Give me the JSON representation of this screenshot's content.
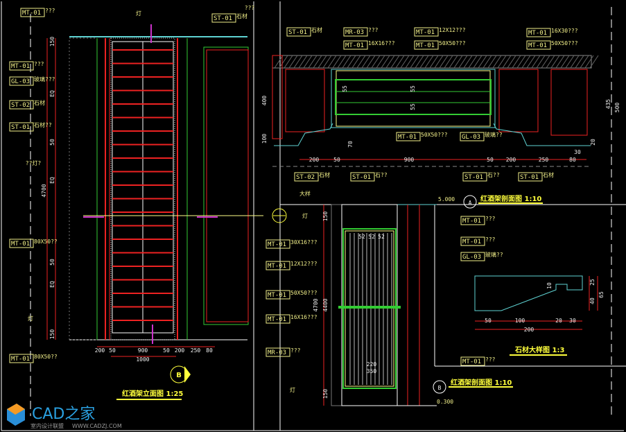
{
  "elevation": {
    "title": "红酒架立面图 1:25",
    "section_marker": "B",
    "tags": [
      {
        "code": "MT-01",
        "note": "???"
      },
      {
        "code": "GL-03",
        "note": "玻璃???"
      },
      {
        "code": "ST-02",
        "note": "石材"
      },
      {
        "code": "ST-01",
        "note": "石材??"
      },
      {
        "code": "MT-01",
        "note": "80X50??"
      },
      {
        "code": "MT-01",
        "note": "80X50??"
      },
      {
        "code": "MT-01",
        "note": "???"
      },
      {
        "code": "ST-01",
        "note": "石材"
      }
    ],
    "notes": [
      "灯",
      "??灯?",
      "灯",
      "???"
    ],
    "vdims": [
      "150",
      "EQ",
      "50",
      "EQ",
      "50",
      "EQ",
      "150",
      "4700"
    ],
    "hdims": [
      "200",
      "50",
      "900",
      "50",
      "200",
      "250",
      "80",
      "1000"
    ]
  },
  "plan_section": {
    "tags": [
      {
        "code": "ST-01",
        "note": "石材"
      },
      {
        "code": "MR-03",
        "note": "???"
      },
      {
        "code": "MT-01",
        "note": "16X16???"
      },
      {
        "code": "MT-01",
        "note": "12X12???"
      },
      {
        "code": "MT-01",
        "note": "50X50???"
      },
      {
        "code": "MT-01",
        "note": "16X30???"
      },
      {
        "code": "MT-01",
        "note": "50X50???"
      },
      {
        "code": "MT-01",
        "note": "50X50???"
      },
      {
        "code": "GL-03",
        "note": "玻璃??"
      },
      {
        "code": "ST-02",
        "note": "石材"
      },
      {
        "code": "ST-01",
        "note": "石??"
      },
      {
        "code": "ST-01",
        "note": "石??"
      },
      {
        "code": "ST-01",
        "note": "石材"
      }
    ],
    "hdims": [
      "200",
      "50",
      "900",
      "50",
      "200",
      "250",
      "80",
      "30"
    ],
    "vdims": [
      "400",
      "100",
      "55",
      "55",
      "55",
      "435",
      "500",
      "20",
      "70"
    ]
  },
  "section_a": {
    "marker": "A",
    "title": "红酒架剖面图 1:10",
    "level": "5.000"
  },
  "section_b": {
    "marker": "B",
    "title": "红酒架剖面图 1:10",
    "level": "0.300",
    "tags": [
      {
        "code": "MT-01",
        "note": "30X16???"
      },
      {
        "code": "MT-01",
        "note": "12X12???"
      },
      {
        "code": "MT-01",
        "note": "50X50???"
      },
      {
        "code": "MT-01",
        "note": "16X16???"
      },
      {
        "code": "MR-03",
        "note": "???"
      },
      {
        "code": "MT-01",
        "note": "???"
      },
      {
        "code": "MT-01",
        "note": "???"
      },
      {
        "code": "GL-03",
        "note": "玻璃??"
      },
      {
        "code": "MT-01",
        "note": "???"
      }
    ],
    "notes": [
      "灯",
      "灯",
      "大样"
    ],
    "dims": [
      "150",
      "4700",
      "4400",
      "150",
      "52",
      "52",
      "52",
      "220",
      "350"
    ]
  },
  "stone_detail": {
    "title": "石材大样图 1:3",
    "hdims": [
      "50",
      "100",
      "20",
      "30",
      "200"
    ],
    "vdims": [
      "10",
      "25",
      "40",
      "65"
    ]
  },
  "watermark": {
    "brand": "CAD之家",
    "sub": "室内设计联盟",
    "url": "WWW.CADZJ.COM"
  },
  "colors": {
    "background": "#000000",
    "label": "#f2f08a",
    "dimension": "#ff2a2a",
    "frame": "#ffffff",
    "glass": "#3cff3c",
    "title": "#ffff3c"
  }
}
